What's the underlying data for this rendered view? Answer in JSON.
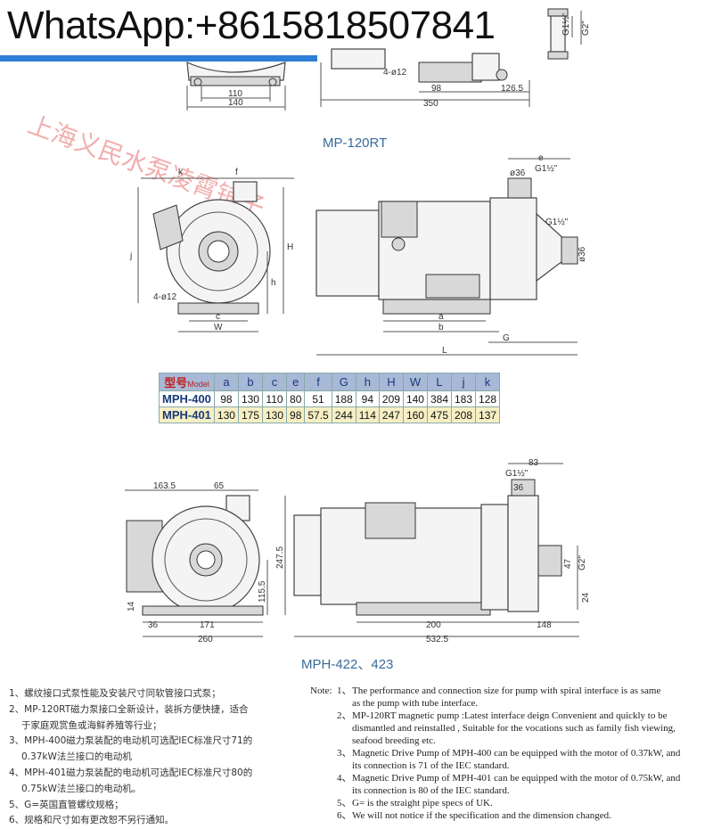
{
  "banner": "WhatsApp:+8615818507841",
  "watermark": "上海义民水泵凌霄铺子",
  "captions": {
    "mp120rt": "MP-120RT",
    "mph422": "MPH-422、423"
  },
  "dims_top": {
    "d110": "110",
    "d140": "140",
    "d4012": "4-ø12",
    "d98": "98",
    "d1265": "126.5",
    "d350": "350",
    "g1": "G1½\"",
    "g2": "G2\""
  },
  "dims_mid": {
    "k": "k",
    "f": "f",
    "j": "j",
    "H": "H",
    "h": "h",
    "c": "c",
    "W": "W",
    "d4012": "4-ø12",
    "e": "e",
    "d36": "ø36",
    "g112a": "G1½\"",
    "g112b": "G1½\"",
    "d36b": "ø36",
    "a": "a",
    "b": "b",
    "L": "L",
    "G": "G"
  },
  "dims_bot": {
    "d1635": "163.5",
    "d65": "65",
    "d2475": "247.5",
    "d1155": "115.5",
    "d14": "14",
    "d36": "36",
    "d171": "171",
    "d260": "260",
    "d83": "83",
    "g112": "G1½\"",
    "d36b": "36",
    "d47": "47",
    "g2": "G2\"",
    "d24": "24",
    "d200": "200",
    "d148": "148",
    "d5325": "532.5"
  },
  "table": {
    "model_label": "型号",
    "model_label_sub": "Model",
    "columns": [
      "a",
      "b",
      "c",
      "e",
      "f",
      "G",
      "h",
      "H",
      "W",
      "L",
      "j",
      "k"
    ],
    "rows": [
      {
        "model": "MPH-400",
        "values": [
          "98",
          "130",
          "110",
          "80",
          "51",
          "188",
          "94",
          "209",
          "140",
          "384",
          "183",
          "128"
        ]
      },
      {
        "model": "MPH-401",
        "values": [
          "130",
          "175",
          "130",
          "98",
          "57.5",
          "244",
          "114",
          "247",
          "160",
          "475",
          "208",
          "137"
        ]
      }
    ]
  },
  "notes_cn": [
    "1、螺纹接口式泵性能及安装尺寸同软管接口式泵；",
    "2、MP-120RT磁力泵接口全新设计，装拆方便快捷，适合",
    "于家庭观赏鱼或海鲜养殖等行业；",
    "3、MPH-400磁力泵装配的电动机可选配IEC标准尺寸71的",
    "0.37kW法兰接口的电动机",
    "4、MPH-401磁力泵装配的电动机可选配IEC标准尺寸80的",
    "0.75kW法兰接口的电动机。",
    "5、G=英国直管螺纹规格；",
    "6、规格和尺寸如有更改恕不另行通知。"
  ],
  "notes_en": {
    "label": "Note:",
    "items": [
      {
        "num": "1、",
        "lines": [
          "The performance and connection size for pump with spiral interface is as same",
          "as the pump with tube interface."
        ]
      },
      {
        "num": "2、",
        "lines": [
          "MP-120RT  magnetic pump :Latest interface deign Convenient and quickly to be",
          "dismantled and reinstalled ,  Suitable for the vocations such as family fish viewing,",
          "seafood breeding etc."
        ]
      },
      {
        "num": "3、",
        "lines": [
          "Magnetic Drive Pump of MPH-400 can be equipped with the motor of 0.37kW, and",
          "its connection is 71 of the IEC standard."
        ]
      },
      {
        "num": "4、",
        "lines": [
          "Magnetic Drive Pump of MPH-401 can be equipped with the motor of  0.75kW, and",
          "its connection is 80 of the IEC standard."
        ]
      },
      {
        "num": "5、",
        "lines": [
          "G= is the straight pipe specs of UK."
        ]
      },
      {
        "num": "6、",
        "lines": [
          "We will not notice if the specification and the dimension changed."
        ]
      }
    ]
  }
}
